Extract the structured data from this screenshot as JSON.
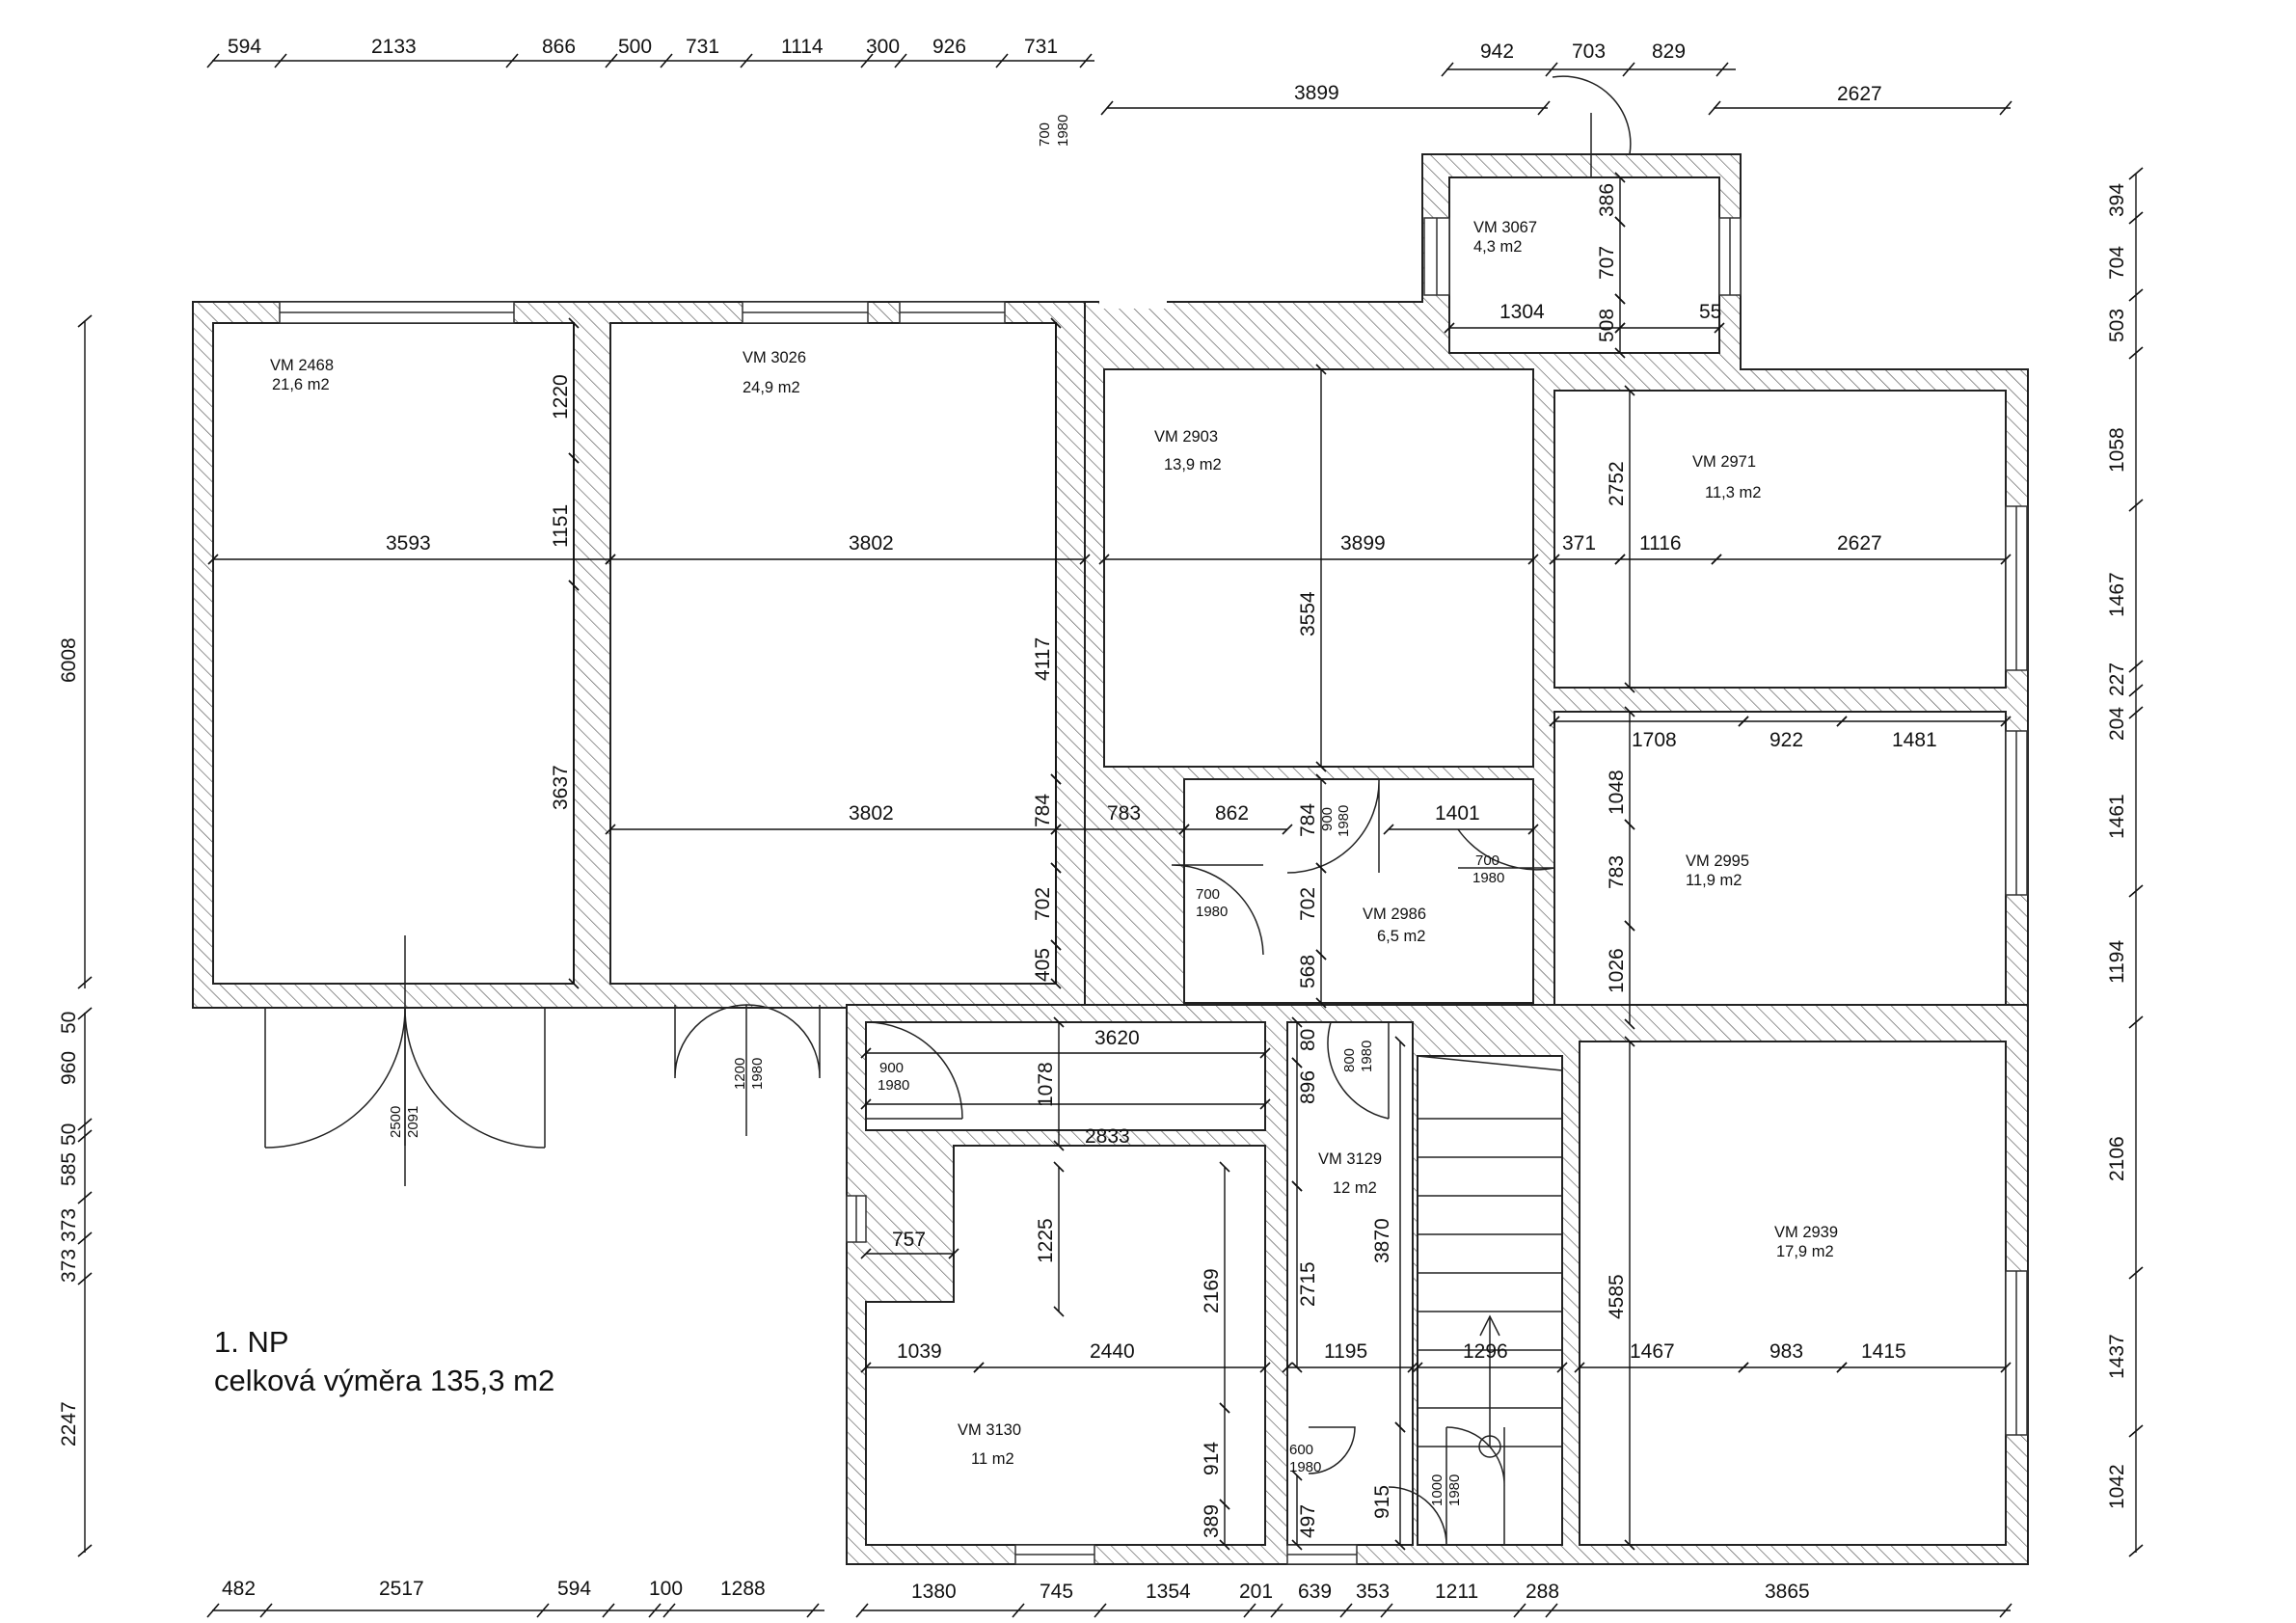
{
  "plan": {
    "floor_label": "1. NP",
    "total_area_label": "celková výměra 135,3 m2"
  },
  "rooms": [
    {
      "id": "VM 2468",
      "area": "21,6 m2"
    },
    {
      "id": "VM 3026",
      "area": "24,9 m2"
    },
    {
      "id": "VM 2903",
      "area": "13,9 m2"
    },
    {
      "id": "VM 3067",
      "area": "4,3 m2"
    },
    {
      "id": "VM 2971",
      "area": "11,3 m2"
    },
    {
      "id": "VM 2995",
      "area": "11,9 m2"
    },
    {
      "id": "VM 2986",
      "area": "6,5 m2"
    },
    {
      "id": "VM 3129",
      "area": "12 m2"
    },
    {
      "id": "VM 2939",
      "area": "17,9 m2"
    },
    {
      "id": "VM 3130",
      "area": "11 m2"
    }
  ],
  "doors": [
    {
      "w": "700",
      "h": "1980"
    },
    {
      "w": "700",
      "h": "1980"
    },
    {
      "w": "700",
      "h": "1980"
    },
    {
      "w": "900",
      "h": "1980"
    },
    {
      "w": "900",
      "h": "1980"
    },
    {
      "w": "800",
      "h": "1980"
    },
    {
      "w": "600",
      "h": "1980"
    },
    {
      "w": "1000",
      "h": "1980"
    },
    {
      "w": "2500",
      "h": "2091"
    },
    {
      "w": "1200",
      "h": "1980"
    }
  ],
  "dims": {
    "top_row1": [
      "594",
      "2133",
      "866",
      "500",
      "731",
      "1114",
      "300",
      "926",
      "731"
    ],
    "top_row2": [
      "942",
      "703",
      "829"
    ],
    "top_row3": [
      "3899",
      "2627"
    ],
    "bottom_row": [
      "482",
      "2517",
      "594",
      "100",
      "1288",
      "1380",
      "745",
      "1354",
      "201",
      "639",
      "353",
      "1211",
      "288",
      "3865"
    ],
    "left_col": [
      "6008",
      "50",
      "960",
      "50",
      "585",
      "373",
      "373",
      "2247"
    ],
    "right_col": [
      "394",
      "704",
      "503",
      "1058",
      "1467",
      "227",
      "204",
      "1461",
      "1194",
      "2106",
      "1437",
      "1042"
    ],
    "interior": [
      "1220",
      "1151",
      "3637",
      "3593",
      "3802",
      "3802",
      "4117",
      "784",
      "702",
      "405",
      "783",
      "862",
      "784",
      "702",
      "568",
      "3899",
      "3554",
      "1401",
      "386",
      "707",
      "508",
      "1304",
      "55",
      "2752",
      "371",
      "1116",
      "2627",
      "1708",
      "922",
      "1481",
      "1048",
      "783",
      "1026",
      "3620",
      "1078",
      "2833",
      "896",
      "80",
      "757",
      "1225",
      "2169",
      "2715",
      "3870",
      "1039",
      "2440",
      "1195",
      "1296",
      "1467",
      "983",
      "1415",
      "4585",
      "914",
      "389",
      "497",
      "915"
    ]
  }
}
